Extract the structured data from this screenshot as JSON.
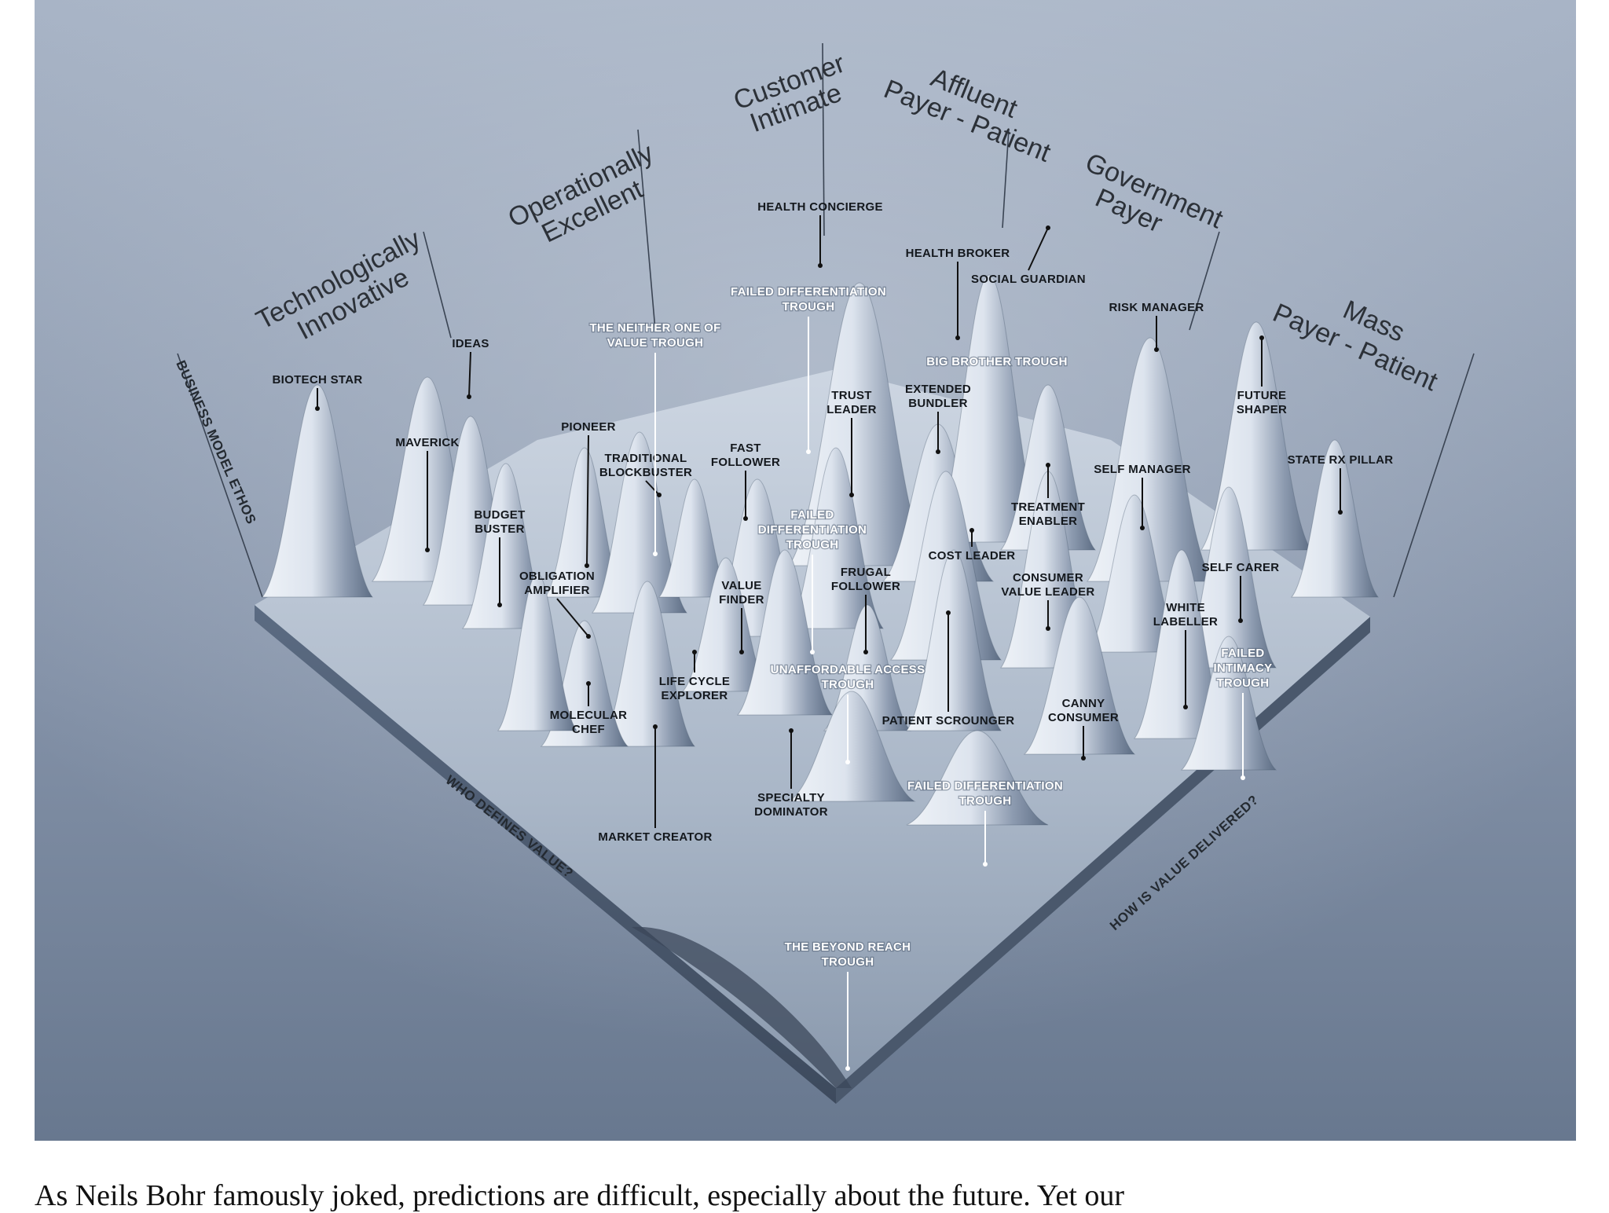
{
  "headers": {
    "technologically_innovative": [
      "Technologically",
      "Innovative"
    ],
    "operationally_excellent": [
      "Operationally",
      "Excellent"
    ],
    "customer_intimate": [
      "Customer",
      "Intimate"
    ],
    "affluent_payer_patient": [
      "Affluent",
      "Payer - Patient"
    ],
    "government_payer": [
      "Government",
      "Payer"
    ],
    "mass_payer_patient": [
      "Mass",
      "Payer - Patient"
    ]
  },
  "axis_labels": {
    "left": "BUSINESS MODEL ETHOS",
    "bottom_left": "WHO DEFINES VALUE?",
    "bottom_right": "HOW IS VALUE DELIVERED?"
  },
  "peaks": [
    {
      "id": "bluestar",
      "lines": [
        "BIOTECH STAR"
      ]
    },
    {
      "id": "ideas",
      "lines": [
        "IDEAS"
      ]
    },
    {
      "id": "maverick",
      "lines": [
        "MAVERICK"
      ]
    },
    {
      "id": "pioneer",
      "lines": [
        "PIONEER"
      ]
    },
    {
      "id": "budget",
      "lines": [
        "BUDGET",
        "BUSTER"
      ]
    },
    {
      "id": "obligation",
      "lines": [
        "OBLIGATION",
        "AMPLIFIER"
      ]
    },
    {
      "id": "traditional",
      "lines": [
        "TRADITIONAL",
        "BLOCKBUSTER"
      ]
    },
    {
      "id": "fast-follower",
      "lines": [
        "FAST",
        "FOLLOWER"
      ]
    },
    {
      "id": "value-finder",
      "lines": [
        "VALUE",
        "FINDER"
      ]
    },
    {
      "id": "trust-leader",
      "lines": [
        "TRUST",
        "LEADER"
      ]
    },
    {
      "id": "extended",
      "lines": [
        "EXTENDED",
        "BUNDLER"
      ]
    },
    {
      "id": "health-concierge",
      "lines": [
        "HEALTH CONCIERGE"
      ]
    },
    {
      "id": "health-broker",
      "lines": [
        "HEALTH BROKER"
      ]
    },
    {
      "id": "social-guardian",
      "lines": [
        "SOCIAL GUARDIAN"
      ]
    },
    {
      "id": "risk-manager",
      "lines": [
        "RISK MANAGER"
      ]
    },
    {
      "id": "future-shaper",
      "lines": [
        "FUTURE",
        "SHAPER"
      ]
    },
    {
      "id": "state-rx-pillar",
      "lines": [
        "STATE RX PILLAR"
      ]
    },
    {
      "id": "self-manager",
      "lines": [
        "SELF MANAGER"
      ]
    },
    {
      "id": "treatment-enabler",
      "lines": [
        "TREATMENT",
        "ENABLER"
      ]
    },
    {
      "id": "cost-leader",
      "lines": [
        "COST LEADER"
      ]
    },
    {
      "id": "frugal-follower",
      "lines": [
        "FRUGAL",
        "FOLLOWER"
      ]
    },
    {
      "id": "consumer-value-leader",
      "lines": [
        "CONSUMER",
        "VALUE LEADER"
      ]
    },
    {
      "id": "self-carer",
      "lines": [
        "SELF CARER"
      ]
    },
    {
      "id": "white-label",
      "lines": [
        "WHITE",
        "LABELLER"
      ]
    },
    {
      "id": "lifecycle",
      "lines": [
        "LIFE CYCLE",
        "EXPLORER"
      ]
    },
    {
      "id": "molecular-chef",
      "lines": [
        "MOLECULAR",
        "CHEF"
      ]
    },
    {
      "id": "market-creator",
      "lines": [
        "MARKET CREATOR"
      ]
    },
    {
      "id": "specialty",
      "lines": [
        "SPECIALTY",
        "DOMINATOR"
      ]
    },
    {
      "id": "patient-scrounger",
      "lines": [
        "PATIENT SCROUNGER"
      ]
    },
    {
      "id": "canny-consumer",
      "lines": [
        "CANNY",
        "CONSUMER"
      ]
    }
  ],
  "troughs": [
    {
      "id": "failed-differentiation-top",
      "lines": [
        "FAILED DIFFERENTIATION",
        "TROUGH"
      ]
    },
    {
      "id": "neither-one",
      "lines": [
        "THE NEITHER ONE OF",
        "VALUE TROUGH"
      ]
    },
    {
      "id": "big-brother",
      "lines": [
        "BIG BROTHER TROUGH"
      ]
    },
    {
      "id": "failed-differentiation-mid",
      "lines": [
        "FAILED",
        "DIFFERENTIATION",
        "TROUGH"
      ]
    },
    {
      "id": "unaffordable",
      "lines": [
        "UNAFFORDABLE ACCESS",
        "TROUGH"
      ]
    },
    {
      "id": "failed-differentiation-low",
      "lines": [
        "FAILED DIFFERENTIATION",
        "TROUGH"
      ]
    },
    {
      "id": "failed-intimacy",
      "lines": [
        "FAILED",
        "INTIMACY",
        "TROUGH"
      ]
    },
    {
      "id": "beyond-reach",
      "lines": [
        "THE BEYOND REACH",
        "TROUGH"
      ]
    }
  ],
  "caption": "As Neils Bohr famously joked, predictions are difficult, especially about the future. Yet our"
}
